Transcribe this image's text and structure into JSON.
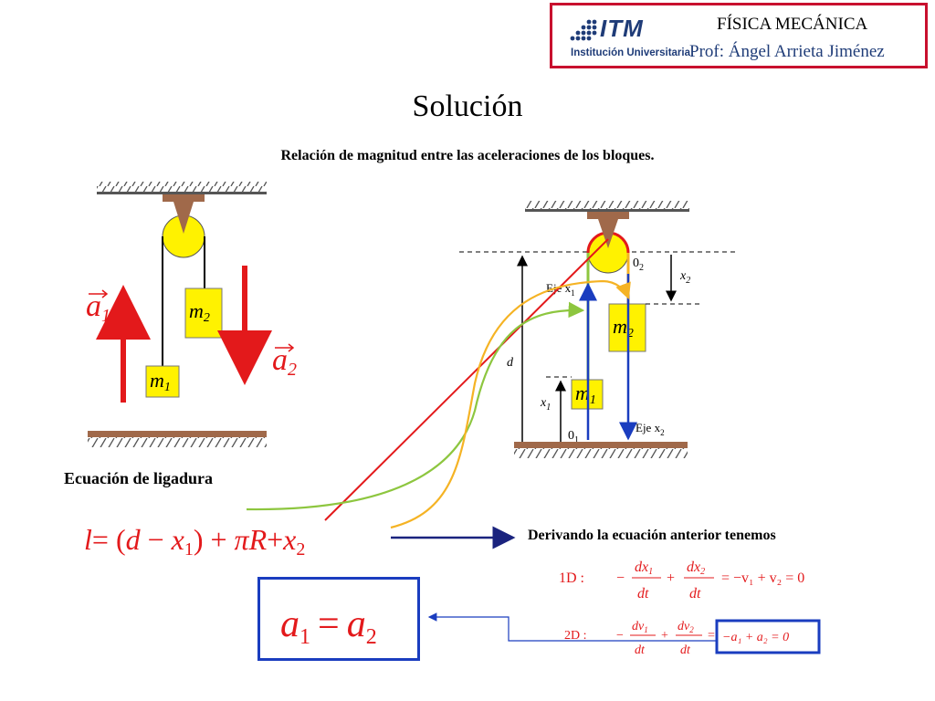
{
  "header": {
    "logo_text": "ITM",
    "logo_subtitle": "Institución Universitaria",
    "course_title": "FÍSICA MECÁNICA",
    "professor": "Prof: Ángel Arrieta Jiménez"
  },
  "page_title": "Solución",
  "subtitle": "Relación de magnitud entre las aceleraciones de los bloques.",
  "left_figure": {
    "mass1": "m",
    "mass1_sub": "1",
    "mass2": "m",
    "mass2_sub": "2",
    "accel1": "a",
    "accel1_sub": "1",
    "accel2": "a",
    "accel2_sub": "2"
  },
  "right_figure": {
    "mass1": "m",
    "mass1_sub": "1",
    "mass2": "m",
    "mass2_sub": "2",
    "origin2": "0",
    "origin2_sub": "2",
    "origin1": "0",
    "origin1_sub": "1",
    "dim_x2": "x",
    "dim_x2_sub": "2",
    "dim_x1": "x",
    "dim_x1_sub": "1",
    "dim_d": "d",
    "axis1_label": "Eje x",
    "axis1_sub": "1",
    "axis2_label": "Eje x",
    "axis2_sub": "2"
  },
  "constraint": {
    "label": "Ecuación de ligadura",
    "equation": {
      "l": "l",
      "eq_open": "= (",
      "d": "d",
      "minus": " − ",
      "x1": "x",
      "x1_sub": "1",
      "close_plus": ") + ",
      "pi": "π",
      "R": "R",
      "plus": "+",
      "x2": "x",
      "x2_sub": "2"
    }
  },
  "derivation": {
    "label": "Derivando la ecuación anterior tenemos",
    "eq1": {
      "tag": "1D :",
      "minus": "−",
      "n1": "dx",
      "n1_sub": "1",
      "d1": "dt",
      "plus": "+",
      "n2": "dx",
      "n2_sub": "2",
      "d2": "dt",
      "rhs": "= −v₁ + v₂ = 0"
    },
    "eq2": {
      "tag": "2D :",
      "minus": "−",
      "n1": "dv",
      "n1_sub": "1",
      "d1": "dt",
      "plus": "+",
      "n2": "dv",
      "n2_sub": "2",
      "d2": "dt",
      "eq": "=",
      "boxed": "−a₁ + a₂ = 0"
    }
  },
  "result": {
    "a1": "a",
    "a1_sub": "1",
    "eq": "=",
    "a2": "a",
    "a2_sub": "2"
  },
  "colors": {
    "red": "#e3191b",
    "blue": "#1a3dbf",
    "yellow": "#fff200",
    "green": "#8dc63f",
    "orange": "#f5b324",
    "ceiling": "#a0694a"
  }
}
